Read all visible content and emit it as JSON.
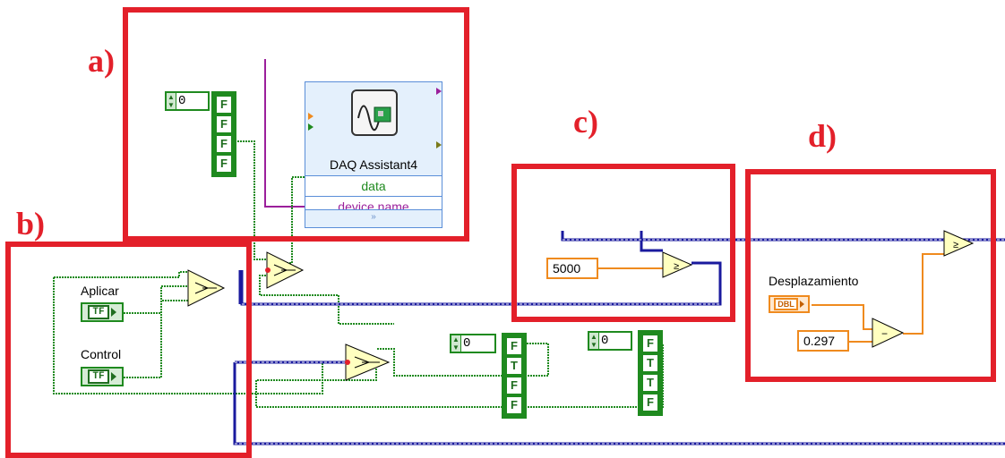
{
  "section_labels": {
    "a": "a)",
    "b": "b)",
    "c": "c)",
    "d": "d)"
  },
  "daq_assistant": {
    "title": "DAQ Assistant4",
    "inputs": [
      "data",
      "device name"
    ],
    "expand_glyph": "»",
    "icon": "daq-assistant-icon"
  },
  "array_a": {
    "index": "0",
    "values": [
      "F",
      "F",
      "F",
      "F"
    ]
  },
  "array_mid": {
    "index": "0",
    "values": [
      "F",
      "T",
      "F",
      "F"
    ]
  },
  "array_right": {
    "index": "0",
    "values": [
      "F",
      "T",
      "T",
      "F"
    ]
  },
  "controls_b": {
    "aplicar": {
      "label": "Aplicar",
      "type": "TF"
    },
    "control": {
      "label": "Control",
      "type": "TF"
    }
  },
  "constant_c": {
    "value": "5000"
  },
  "section_d": {
    "label": "Desplazamiento",
    "type": "DBL",
    "constant": "0.297"
  },
  "colors": {
    "highlight": "#e3202a",
    "boolean_wire": "#1f8a1f",
    "numeric_wire": "#ef8a1e",
    "integer_wire": "#1a1a9e",
    "string_wire": "#9b1f9b",
    "primitive": "#ffffc0"
  }
}
